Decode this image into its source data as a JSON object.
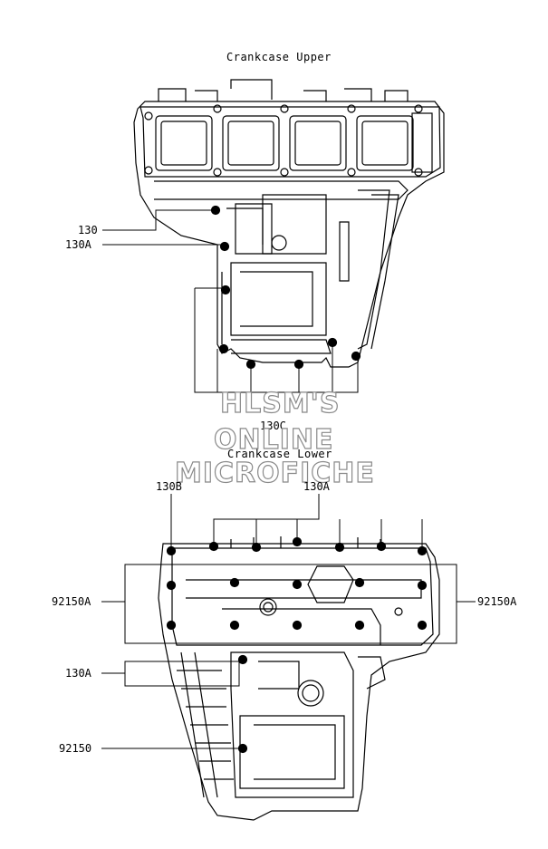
{
  "titles": {
    "upper": "Crankcase Upper",
    "lower": "Crankcase Lower"
  },
  "labels": {
    "upper_130": "130",
    "upper_130a": "130A",
    "upper_130c": "130C",
    "lower_130b": "130B",
    "lower_130a_top": "130A",
    "lower_92150a_left": "92150A",
    "lower_92150a_right": "92150A",
    "lower_130a_left": "130A",
    "lower_92150": "92150"
  },
  "watermark": {
    "line1": "HLSM'S",
    "line2": "ONLINE",
    "line3": "MICROFICHE"
  }
}
